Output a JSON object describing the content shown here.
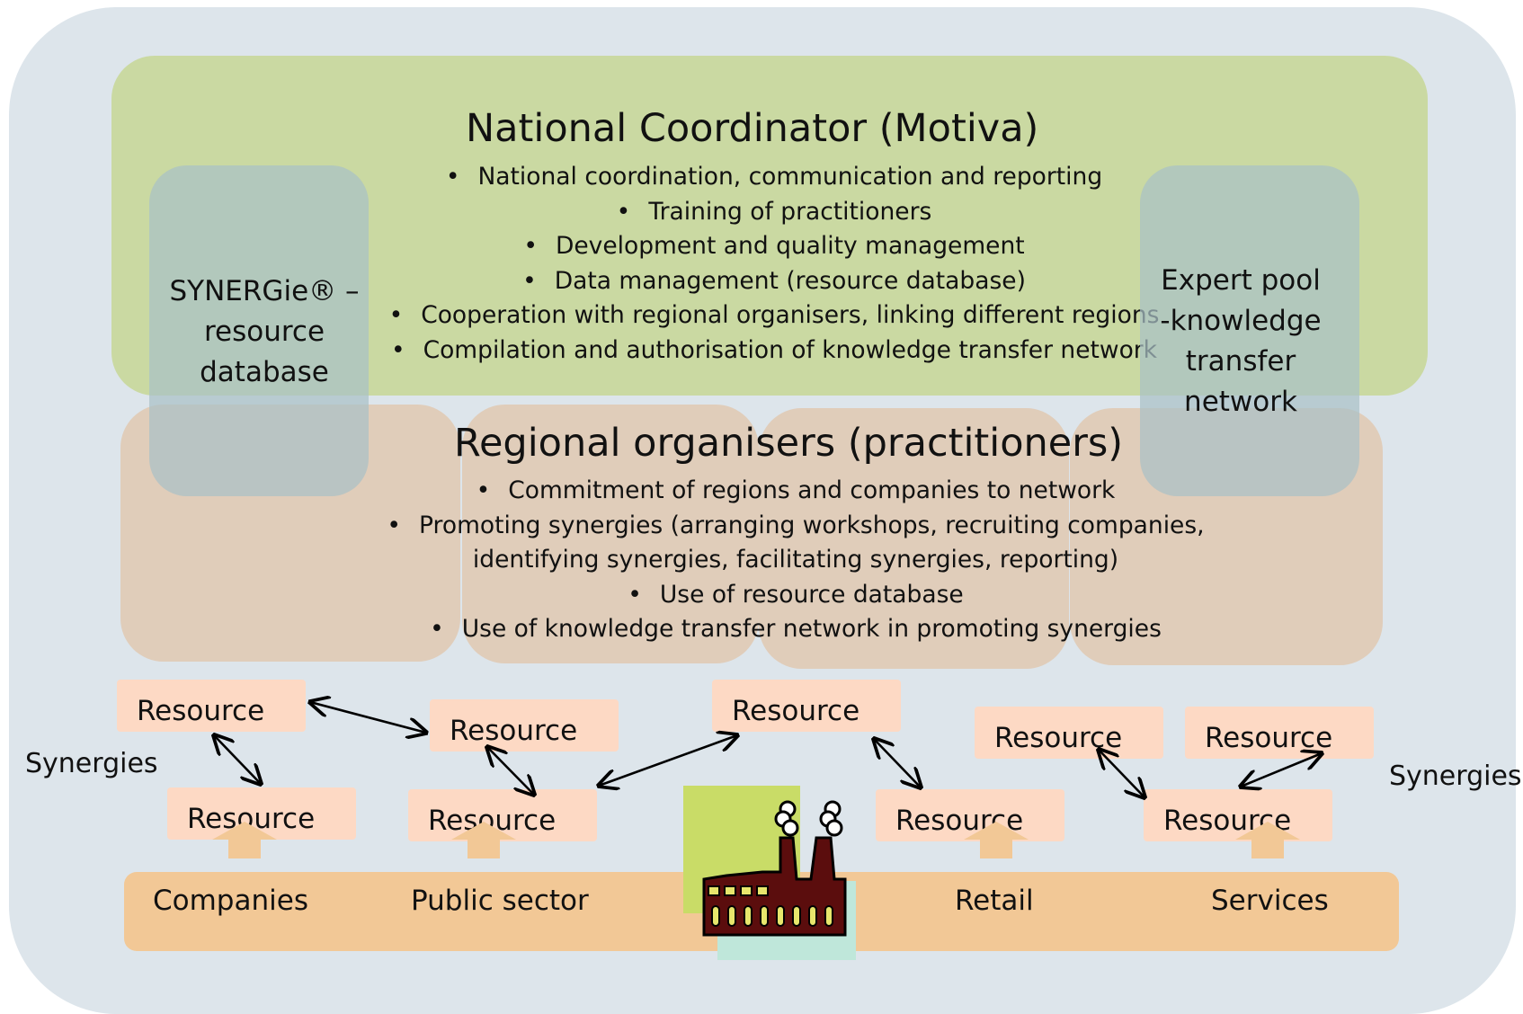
{
  "national": {
    "title": "National Coordinator (Motiva)",
    "bullets": [
      "National coordination, communication and reporting",
      "Training of practitioners",
      "Development and quality management",
      "Data management (resource database)",
      "Cooperation with regional organisers, linking different regions",
      "Compilation and authorisation of knowledge transfer network"
    ]
  },
  "regional": {
    "title": "Regional organisers (practitioners)",
    "bullets": [
      "Commitment of regions and companies to network",
      "Promoting synergies (arranging workshops, recruiting companies,",
      "Use of resource database",
      "Use of knowledge transfer network in promoting synergies"
    ],
    "continuation": "identifying synergies, facilitating synergies, reporting)"
  },
  "left_box": {
    "lines": [
      "SYNERGie® –",
      "resource",
      "database"
    ]
  },
  "right_box": {
    "lines": [
      "Expert pool",
      "-knowledge",
      "transfer",
      "network"
    ]
  },
  "resource_label": "Resource",
  "synergies_label": "Synergies",
  "sectors": [
    "Companies",
    "Public sector",
    "Retail",
    "Services"
  ],
  "icons": {
    "factory": "factory-icon",
    "arrows": "double-arrow"
  },
  "colors": {
    "outer": "#dde5eb",
    "national": "#c8d89b",
    "regional": "#dfcbb7",
    "side_boxes": "#a9c0c6",
    "resource": "#fdd9c4",
    "sector_bar": "#f2c896"
  }
}
